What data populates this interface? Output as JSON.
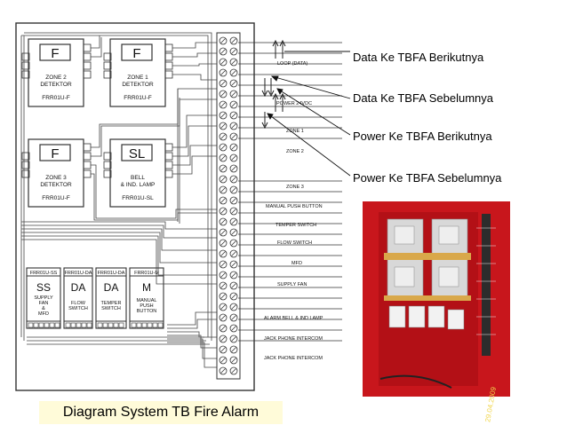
{
  "modules_top": [
    {
      "letter": "F",
      "line1": "ZONE 2",
      "line2": "DETEKTOR",
      "code": "FRR01U-F"
    },
    {
      "letter": "F",
      "line1": "ZONE 1",
      "line2": "DETEKTOR",
      "code": "FRR01U-F"
    },
    {
      "letter": "F",
      "line1": "ZONE 3",
      "line2": "DETEKTOR",
      "code": "FRR01U-F"
    },
    {
      "letter": "SL",
      "line1": "BELL",
      "line2": "& IND. LAMP",
      "code": "FRR01U-SL"
    }
  ],
  "modules_bottom": [
    {
      "code": "FRR01U-SS",
      "letter": "SS",
      "lines": [
        "SUPPLY",
        "FAN",
        "&",
        "MFD"
      ]
    },
    {
      "code": "FRR01U-DA",
      "letter": "DA",
      "lines": [
        "FLOW",
        "SWITCH"
      ]
    },
    {
      "code": "FRR01U-DA",
      "letter": "DA",
      "lines": [
        "TEMPER",
        "SWITCH"
      ]
    },
    {
      "code": "FRR01U-M",
      "letter": "M",
      "lines": [
        "MANUAL",
        "PUSH",
        "BUTTON"
      ]
    }
  ],
  "wire_labels": [
    "LOOP (DATA)",
    "POWER 24VDC",
    "ZONE 1",
    "ZONE 2",
    "ZONE 3",
    "MANUAL PUSH BUTTON",
    "TEMPER SWITCH",
    "FLOW SWITCH",
    "MFD",
    "SUPPLY FAN",
    "ALARM BELL & IND LAMP",
    "JACK PHONE INTERCOM",
    "JACK PHONE INTERCOM"
  ],
  "callouts": [
    "Data Ke TBFA Berikutnya",
    "Data Ke TBFA Sebelumnya",
    "Power Ke TBFA Berikutnya",
    "Power Ke TBFA Sebelumnya"
  ],
  "caption": "Diagram System  TB Fire Alarm",
  "photo_date": "29.04.2009"
}
